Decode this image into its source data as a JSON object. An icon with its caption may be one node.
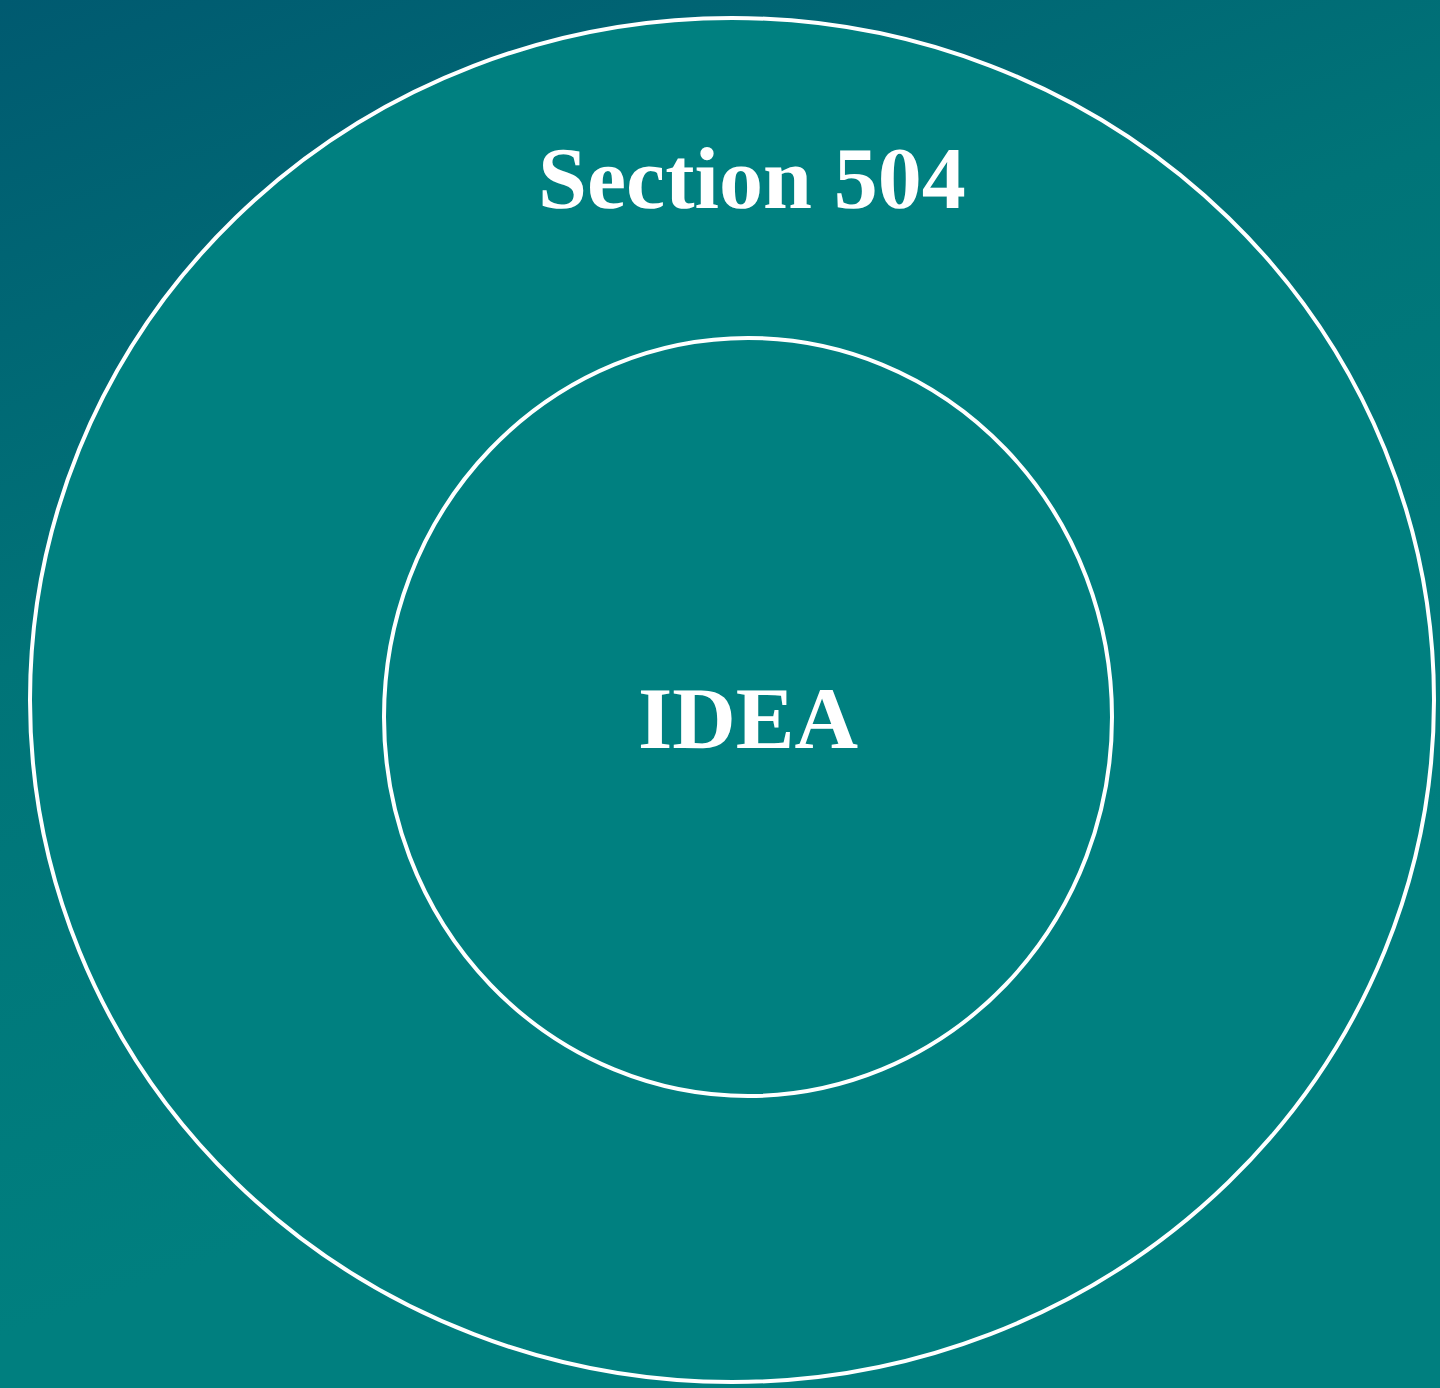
{
  "diagram": {
    "nodes": [
      {
        "text": [
          "Section 504"
        ]
      },
      {
        "text": [
          "IDEA"
        ],
        "in": 0
      }
    ]
  }
}
